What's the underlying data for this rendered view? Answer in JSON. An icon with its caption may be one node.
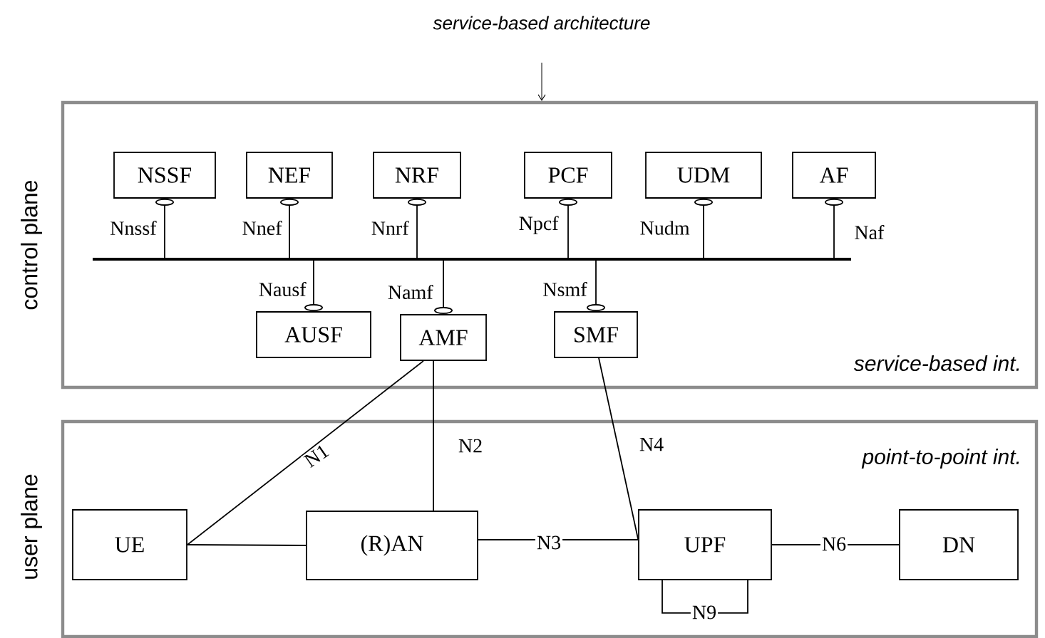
{
  "diagram": {
    "title": "service-based architecture",
    "nodes": [
      {
        "text": [
          "control plane",
          "service-based int."
        ]
      },
      {
        "text": [
          "user plane",
          "point-to-point int."
        ]
      },
      {
        "text": [
          "NSSF"
        ],
        "in": 0
      },
      {
        "text": [
          "NEF"
        ],
        "in": 0
      },
      {
        "text": [
          "NRF"
        ],
        "in": 0
      },
      {
        "text": [
          "PCF"
        ],
        "in": 0
      },
      {
        "text": [
          "UDM"
        ],
        "in": 0
      },
      {
        "text": [
          "AF"
        ],
        "in": 0
      },
      {
        "text": [],
        "shape": "bar",
        "in": 0
      },
      {
        "text": [
          "AUSF"
        ],
        "in": 0
      },
      {
        "text": [
          "AMF"
        ],
        "in": 0
      },
      {
        "text": [
          "SMF"
        ],
        "in": 0
      },
      {
        "text": [
          "UE"
        ],
        "in": 1
      },
      {
        "text": [
          "(R)AN"
        ],
        "in": 1
      },
      {
        "text": [
          "UPF"
        ],
        "in": 1
      },
      {
        "text": [
          "DN"
        ],
        "in": 1
      }
    ],
    "edges": [
      {
        "from": 2,
        "to": 8,
        "arrow": "other",
        "label": "Nnssf"
      },
      {
        "from": 3,
        "to": 8,
        "arrow": "other",
        "label": "Nnef"
      },
      {
        "from": 4,
        "to": 8,
        "arrow": "other",
        "label": "Nnrf"
      },
      {
        "from": 5,
        "to": 8,
        "arrow": "other",
        "label": "Npcf"
      },
      {
        "from": 6,
        "to": 8,
        "arrow": "other",
        "label": "Nudm"
      },
      {
        "from": 7,
        "to": 8,
        "arrow": "other",
        "label": "Naf"
      },
      {
        "from": 9,
        "to": 8,
        "arrow": "other",
        "label": "Nausf"
      },
      {
        "from": 10,
        "to": 8,
        "arrow": "other",
        "label": "Namf"
      },
      {
        "from": 11,
        "to": 8,
        "arrow": "other",
        "label": "Nsmf"
      },
      {
        "from": null,
        "to": 0,
        "arrow": "to"
      },
      {
        "from": 10,
        "to": 12,
        "arrow": "none",
        "label": "N1"
      },
      {
        "from": 10,
        "to": 13,
        "arrow": "none",
        "label": "N2"
      },
      {
        "from": 11,
        "to": 14,
        "arrow": "none",
        "label": "N4"
      },
      {
        "from": 12,
        "to": 13,
        "arrow": "none"
      },
      {
        "from": 13,
        "to": 14,
        "arrow": "none",
        "label": "N3"
      },
      {
        "from": 14,
        "to": 15,
        "arrow": "none",
        "label": "N6"
      },
      {
        "from": 14,
        "to": 14,
        "arrow": "none",
        "label": "N9"
      }
    ]
  }
}
